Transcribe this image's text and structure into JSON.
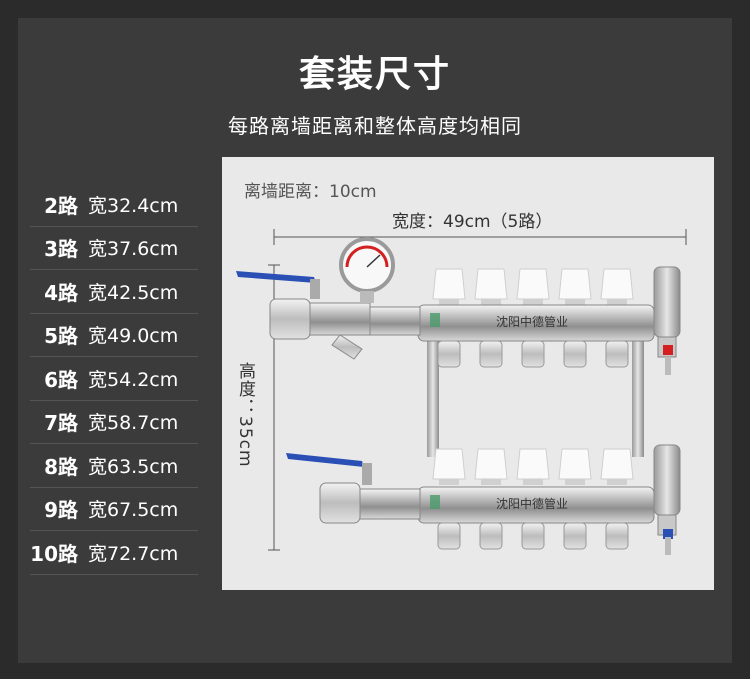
{
  "header": {
    "title": "套装尺寸",
    "subtitle": "每路离墙距离和整体高度均相同"
  },
  "specs": [
    {
      "routes": "2路",
      "width": "宽32.4cm"
    },
    {
      "routes": "3路",
      "width": "宽37.6cm"
    },
    {
      "routes": "4路",
      "width": "宽42.5cm"
    },
    {
      "routes": "5路",
      "width": "宽49.0cm"
    },
    {
      "routes": "6路",
      "width": "宽54.2cm"
    },
    {
      "routes": "7路",
      "width": "宽58.7cm"
    },
    {
      "routes": "8路",
      "width": "宽63.5cm"
    },
    {
      "routes": "9路",
      "width": "宽67.5cm"
    },
    {
      "routes": "10路",
      "width": "宽72.7cm"
    }
  ],
  "diagram": {
    "wall_distance": "离墙距离：10cm",
    "width_label": "宽度：49cm（5路）",
    "height_label": "高度：35cm",
    "brand_top": "沈阳中德管业",
    "brand_bottom": "沈阳中德管业"
  },
  "colors": {
    "background": "#2b2b2b",
    "panel": "#e9e9e9",
    "valve_handle": "#2a4fb5",
    "gauge_red": "#d42020"
  }
}
